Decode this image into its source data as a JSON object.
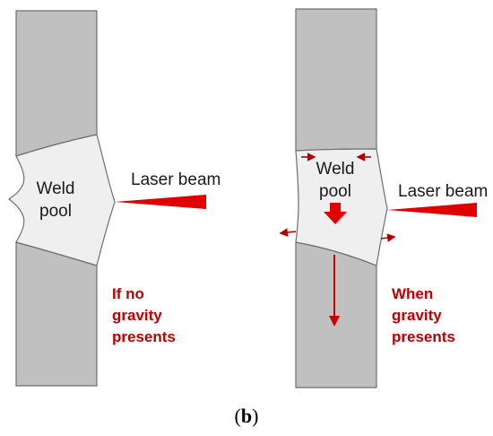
{
  "left_panel": {
    "weld_pool_line1": "Weld",
    "weld_pool_line2": "pool",
    "laser_label": "Laser beam",
    "condition_line1": "If no",
    "condition_line2": "gravity",
    "condition_line3": "presents"
  },
  "right_panel": {
    "weld_pool_line1": "Weld",
    "weld_pool_line2": "pool",
    "laser_label": "Laser beam",
    "condition_line1": "When",
    "condition_line2": "gravity",
    "condition_line3": "presents"
  },
  "caption": {
    "open": "(",
    "letter": "b",
    "close": ")"
  },
  "colors": {
    "plate_fill": "#c0c0c0",
    "plate_stroke": "#6e6e6e",
    "pool_fill": "#efefef",
    "beam_red": "#e00000",
    "arrow_red": "#cc0000",
    "text_red": "#c00000"
  }
}
